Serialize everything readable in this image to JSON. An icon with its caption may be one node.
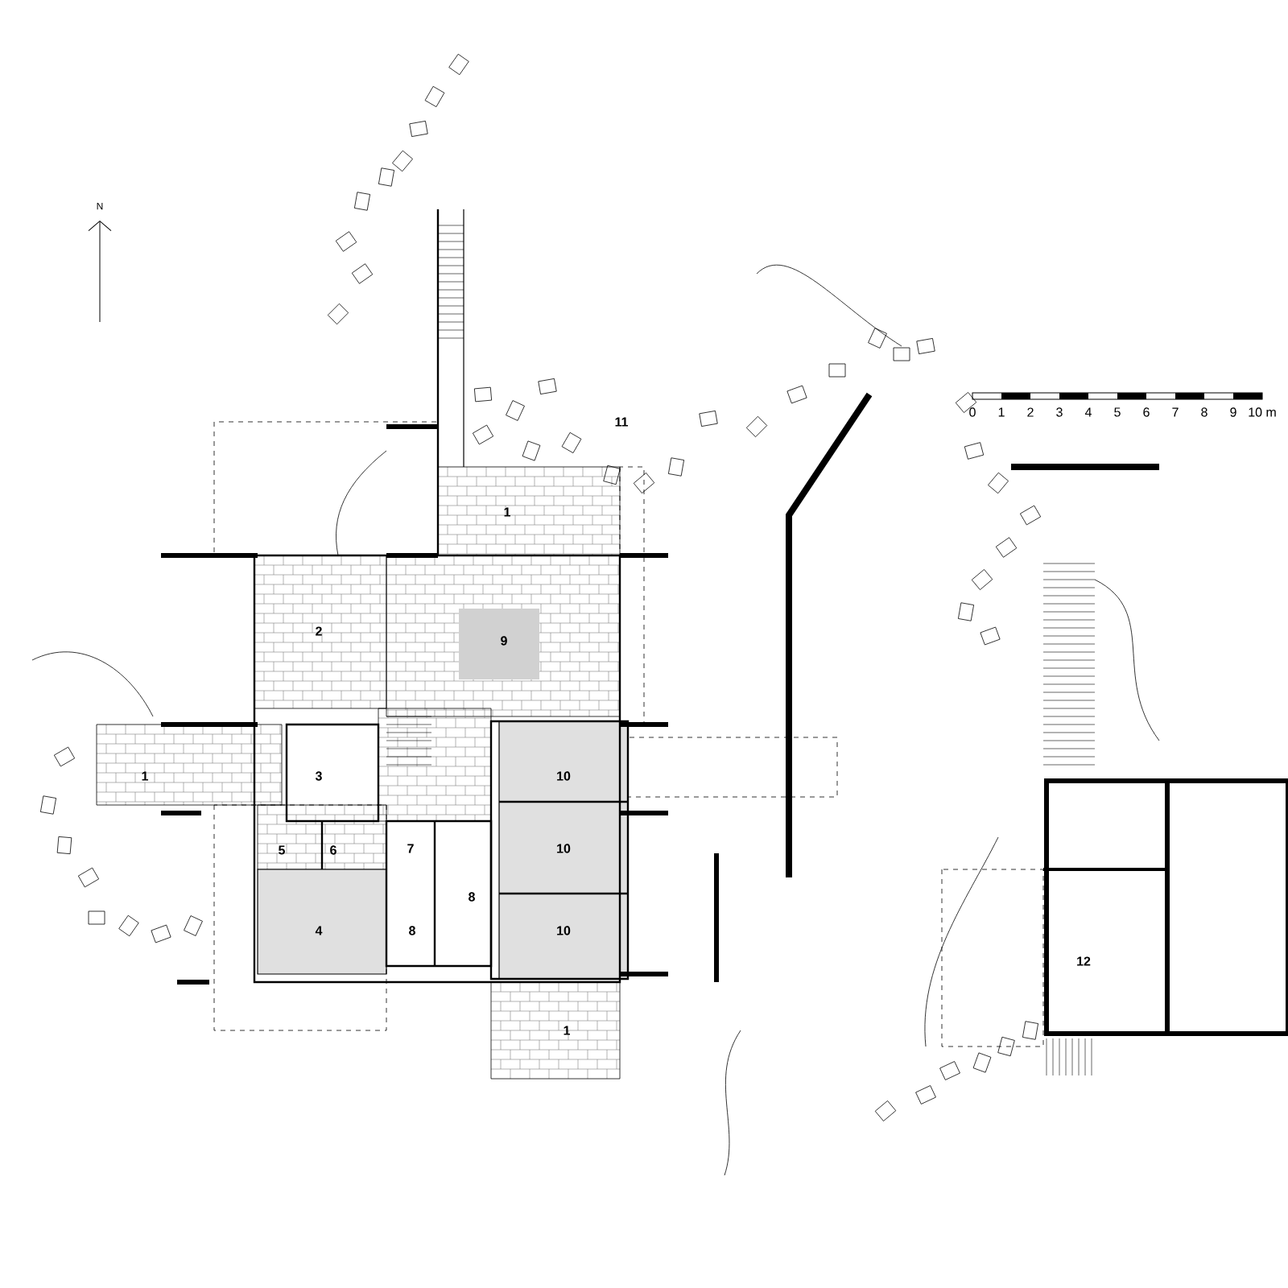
{
  "diagram": {
    "labels": [
      "N",
      "0",
      "1",
      "2",
      "3",
      "4",
      "5",
      "6",
      "7",
      "8",
      "9",
      "10 m",
      "11",
      "1",
      "2",
      "9",
      "1",
      "3",
      "10",
      "5",
      "6",
      "7",
      "10",
      "8",
      "4",
      "8",
      "10",
      "12",
      "1"
    ]
  }
}
